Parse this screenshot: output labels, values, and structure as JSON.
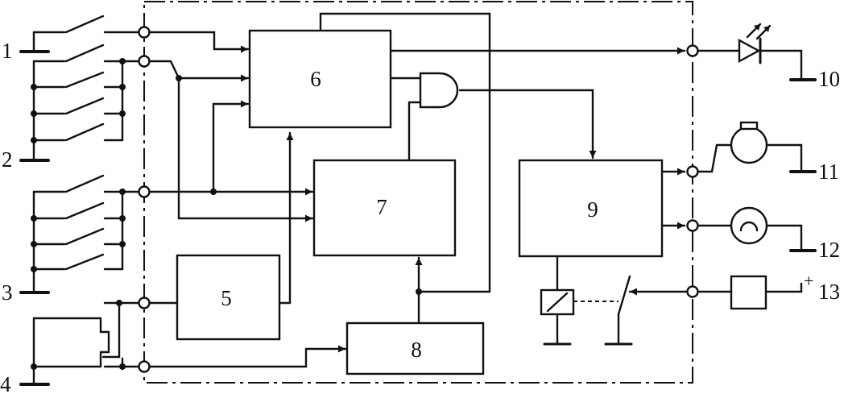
{
  "labels": {
    "input_1": "1",
    "input_2": "2",
    "input_3": "3",
    "input_4": "4",
    "output_10": "10",
    "output_11": "11",
    "output_12": "12",
    "output_13": "13",
    "plus_sign": "+"
  },
  "blocks": {
    "b5": "5",
    "b6": "6",
    "b7": "7",
    "b8": "8",
    "b9": "9"
  }
}
